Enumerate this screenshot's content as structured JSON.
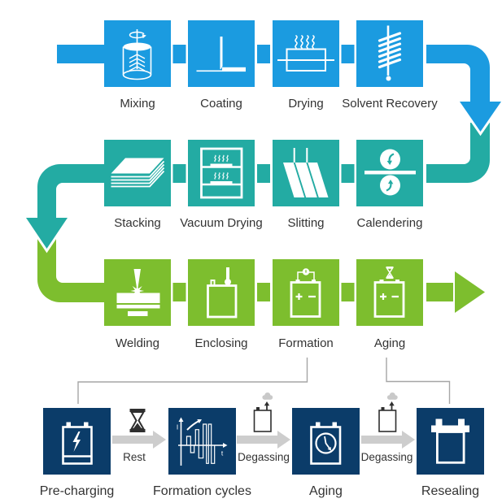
{
  "colors": {
    "transition_arrow": "#cdcdcd",
    "connector_line": "#a6a6a6",
    "label_text": "#333333",
    "icon_dark": "#2f2f2f",
    "gas_cloud": "#c9c9c9"
  },
  "process_rows": [
    {
      "color": "#1b9be0",
      "flow": "left-to-right",
      "steps": [
        {
          "label": "Mixing",
          "icon": "mixing-tank-icon"
        },
        {
          "label": "Coating",
          "icon": "coating-blade-icon"
        },
        {
          "label": "Drying",
          "icon": "heating-element-icon"
        },
        {
          "label": "Solvent Recovery",
          "icon": "condenser-coil-icon"
        }
      ]
    },
    {
      "color": "#23aba3",
      "flow": "right-to-left",
      "steps": [
        {
          "label": "Stacking",
          "icon": "electrode-stack-icon"
        },
        {
          "label": "Vacuum Drying",
          "icon": "vacuum-oven-icon"
        },
        {
          "label": "Slitting",
          "icon": "slitting-knives-icon"
        },
        {
          "label": "Calendering",
          "icon": "calender-rollers-icon"
        }
      ]
    },
    {
      "color": "#7dbe2e",
      "flow": "left-to-right",
      "steps": [
        {
          "label": "Welding",
          "icon": "welding-torch-icon"
        },
        {
          "label": "Enclosing",
          "icon": "cell-casing-icon"
        },
        {
          "label": "Formation",
          "icon": "battery-meter-icon"
        },
        {
          "label": "Aging",
          "icon": "battery-hourglass-icon"
        }
      ]
    }
  ],
  "formation_detail": {
    "color": "#0b3c69",
    "steps": [
      {
        "label": "Pre-charging",
        "icon": "battery-charging-icon"
      },
      {
        "label": "Formation cycles",
        "icon": "current-pulse-graph-icon",
        "axis_labels": {
          "y": "I",
          "x": "t"
        }
      },
      {
        "label": "Aging",
        "icon": "battery-clock-icon"
      },
      {
        "label": "Resealing",
        "icon": "sealed-battery-icon"
      }
    ],
    "transitions": [
      {
        "label": "Rest",
        "icon": "hourglass-icon"
      },
      {
        "label": "Degassing",
        "icon": "battery-gas-release-icon"
      },
      {
        "label": "Degassing",
        "icon": "battery-gas-release-icon"
      }
    ]
  }
}
